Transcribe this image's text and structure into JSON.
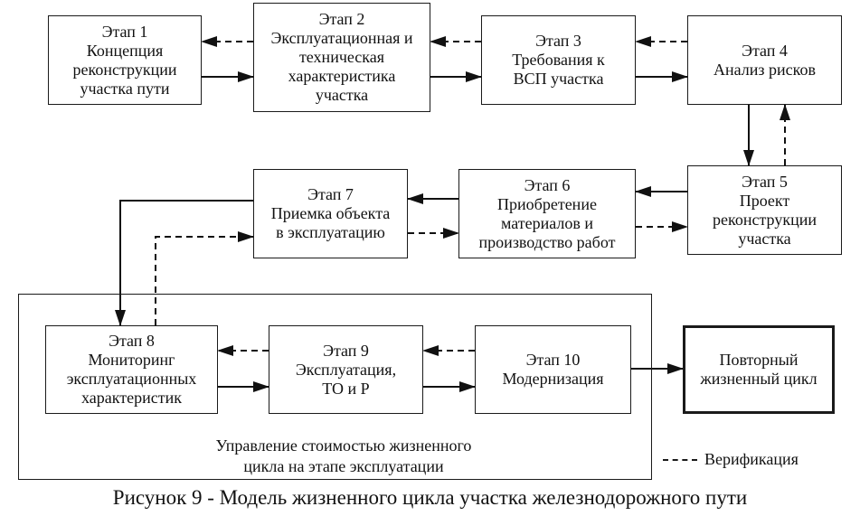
{
  "stages": [
    {
      "id": "1",
      "lines": [
        "Этап 1",
        "Концепция",
        "реконструкции",
        "участка пути"
      ]
    },
    {
      "id": "2",
      "lines": [
        "Этап 2",
        "Эксплуатационная и",
        "техническая",
        "характеристика",
        "участка"
      ]
    },
    {
      "id": "3",
      "lines": [
        "Этап 3",
        "Требования к",
        "ВСП участка"
      ]
    },
    {
      "id": "4",
      "lines": [
        "Этап 4",
        "Анализ рисков"
      ]
    },
    {
      "id": "5",
      "lines": [
        "Этап 5",
        "Проект",
        "реконструкции",
        "участка"
      ]
    },
    {
      "id": "6",
      "lines": [
        "Этап 6",
        "Приобретение",
        "материалов и",
        "производство работ"
      ]
    },
    {
      "id": "7",
      "lines": [
        "Этап 7",
        "Приемка объекта",
        "в эксплуатацию"
      ]
    },
    {
      "id": "8",
      "lines": [
        "Этап 8",
        "Мониторинг",
        "эксплуатационных",
        "характеристик"
      ]
    },
    {
      "id": "9",
      "lines": [
        "Этап 9",
        "Эксплуатация,",
        "ТО и Р"
      ]
    },
    {
      "id": "10",
      "lines": [
        "Этап 10",
        "Модернизация"
      ]
    }
  ],
  "repeat_cycle": {
    "lines": [
      "Повторный",
      "жизненный цикл"
    ]
  },
  "group": {
    "lines": [
      "Управление стоимостью жизненного",
      "цикла на этапе эксплуатации"
    ]
  },
  "legend": {
    "dashed_label": "Верификация"
  },
  "edges": [
    {
      "from": "1",
      "to": "2",
      "style": "solid"
    },
    {
      "from": "2",
      "to": "1",
      "style": "dashed"
    },
    {
      "from": "2",
      "to": "3",
      "style": "solid"
    },
    {
      "from": "3",
      "to": "2",
      "style": "dashed"
    },
    {
      "from": "3",
      "to": "4",
      "style": "solid"
    },
    {
      "from": "4",
      "to": "3",
      "style": "dashed"
    },
    {
      "from": "4",
      "to": "5",
      "style": "solid"
    },
    {
      "from": "5",
      "to": "4",
      "style": "dashed"
    },
    {
      "from": "5",
      "to": "6",
      "style": "solid"
    },
    {
      "from": "6",
      "to": "5",
      "style": "dashed"
    },
    {
      "from": "6",
      "to": "7",
      "style": "solid"
    },
    {
      "from": "7",
      "to": "6",
      "style": "dashed"
    },
    {
      "from": "7",
      "to": "8",
      "style": "solid"
    },
    {
      "from": "8",
      "to": "7",
      "style": "dashed"
    },
    {
      "from": "8",
      "to": "9",
      "style": "solid"
    },
    {
      "from": "9",
      "to": "8",
      "style": "dashed"
    },
    {
      "from": "9",
      "to": "10",
      "style": "solid"
    },
    {
      "from": "10",
      "to": "9",
      "style": "dashed"
    },
    {
      "from": "10",
      "to": "repeat",
      "style": "solid"
    }
  ],
  "caption": "Рисунок 9 - Модель жизненного цикла участка железнодорожного пути"
}
